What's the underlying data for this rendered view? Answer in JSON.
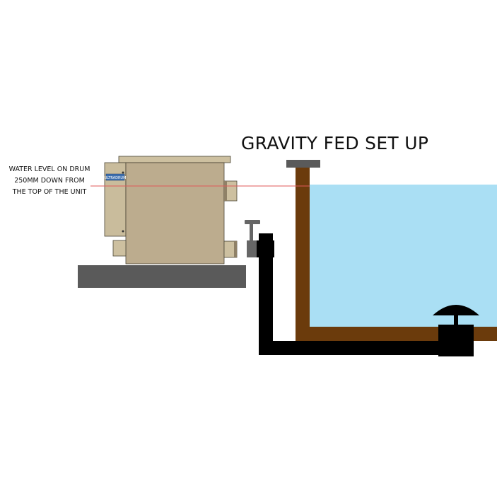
{
  "title": "GRAVITY FED SET UP",
  "water_level_label": {
    "line1": "WATER LEVEL ON DRUM",
    "line2": "250MM DOWN FROM",
    "line3": "THE TOP OF THE UNIT"
  },
  "unit_badge": "ULTRADRUM",
  "colors": {
    "unit_body": "#bcac8e",
    "unit_front": "#c9bc9c",
    "unit_top": "#cdc0a0",
    "unit_outline": "#4a4536",
    "base": "#5a5a5a",
    "pipe": "#000000",
    "pond_wall": "#6b3b0c",
    "pond_water": "#aadff4",
    "water_level_line": "#e05a5a",
    "valve": "#666666",
    "badge": "#3d6fae"
  },
  "icons": [
    "gate-valve-icon",
    "bottom-drain-dome-icon"
  ]
}
